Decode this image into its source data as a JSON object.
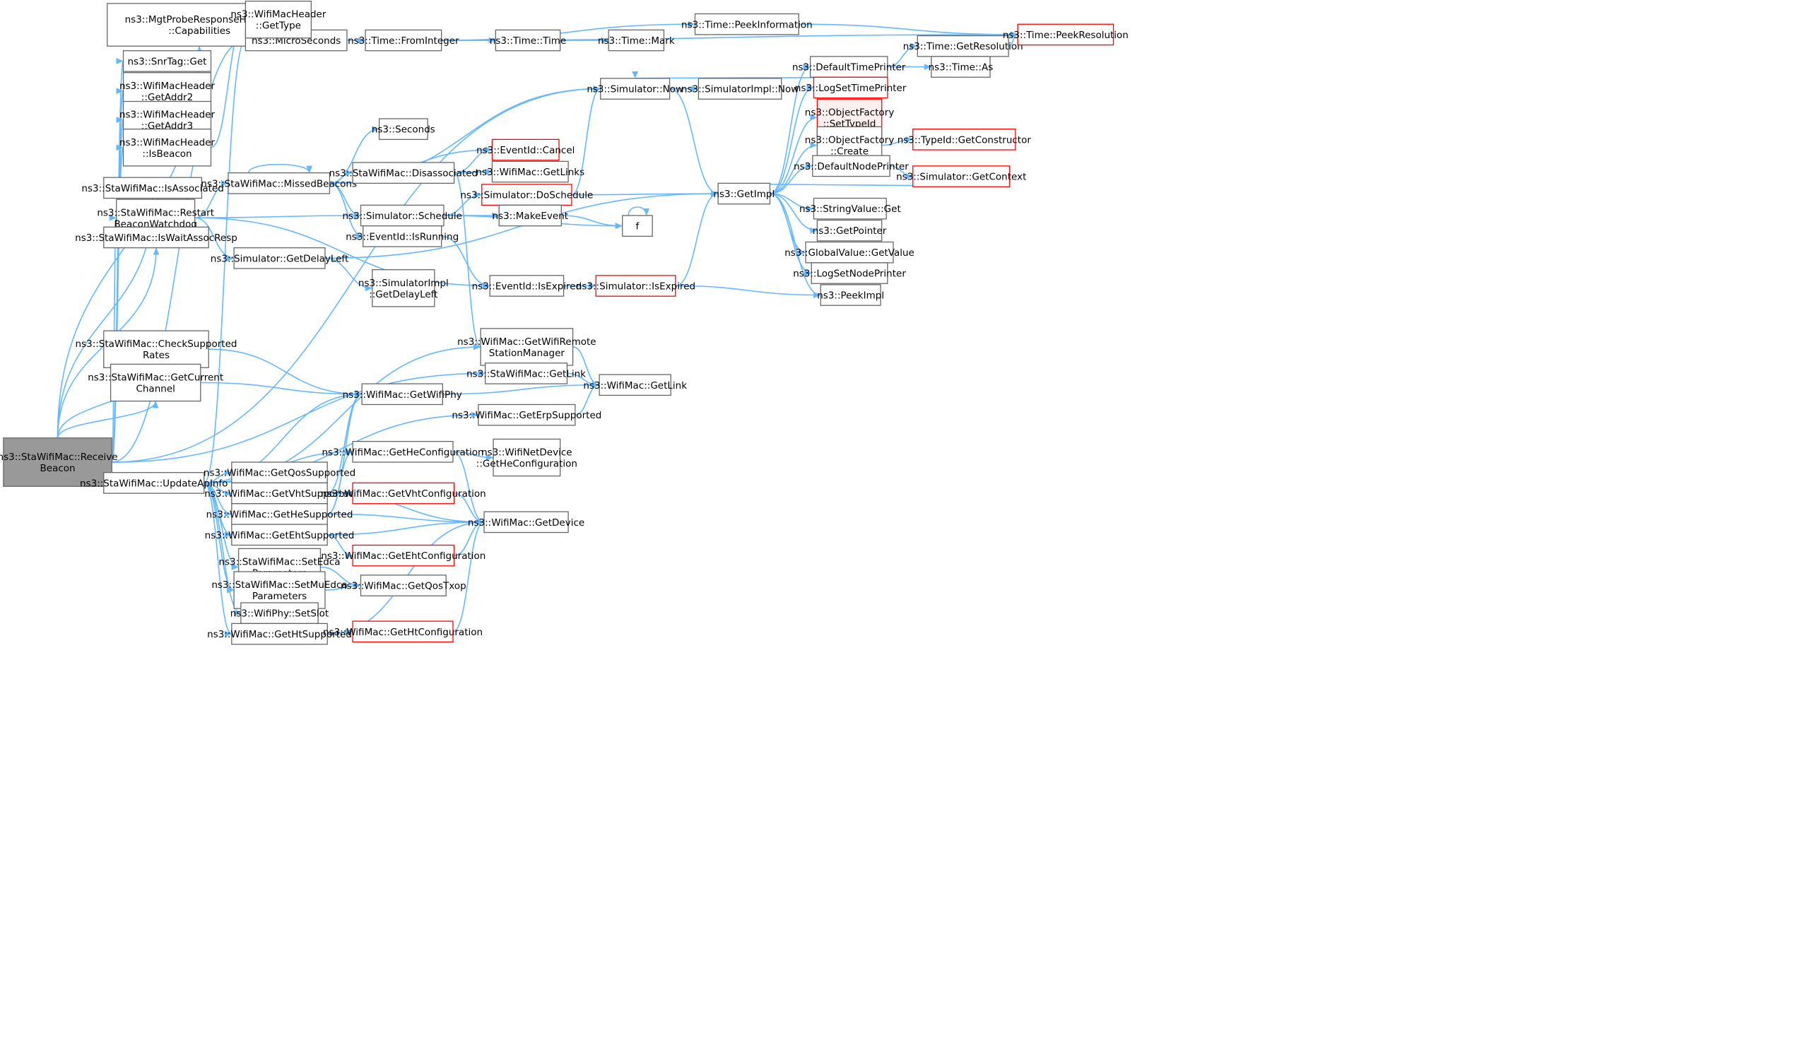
{
  "nodes": {
    "root": [
      "ns3::StaWifiMac::Receive",
      "Beacon"
    ],
    "capab": [
      "ns3::MgtProbeResponseHeader",
      "::Capabilities"
    ],
    "micro": [
      "ns3::MicroSeconds"
    ],
    "snrget": [
      "ns3::SnrTag::Get"
    ],
    "addr2": [
      "ns3::WifiMacHeader",
      "::GetAddr2"
    ],
    "addr3": [
      "ns3::WifiMacHeader",
      "::GetAddr3"
    ],
    "isbeacon": [
      "ns3::WifiMacHeader",
      "::IsBeacon"
    ],
    "isassoc": [
      "ns3::StaWifiMac::IsAssociated"
    ],
    "restart": [
      "ns3::StaWifiMac::Restart",
      "BeaconWatchdog"
    ],
    "iswait": [
      "ns3::StaWifiMac::IsWaitAssocResp"
    ],
    "checkrates": [
      "ns3::StaWifiMac::CheckSupported",
      "Rates"
    ],
    "getcurch": [
      "ns3::StaWifiMac::GetCurrent",
      "Channel"
    ],
    "updateap": [
      "ns3::StaWifiMac::UpdateApInfo"
    ],
    "gettype": [
      "ns3::WifiMacHeader",
      "::GetType"
    ],
    "missed": [
      "ns3::StaWifiMac::MissedBeacons"
    ],
    "getdelayleft": [
      "ns3::Simulator::GetDelayLeft"
    ],
    "getqossup": [
      "ns3::WifiMac::GetQosSupported"
    ],
    "getvhtsup": [
      "ns3::WifiMac::GetVhtSupported"
    ],
    "gethesup": [
      "ns3::WifiMac::GetHeSupported"
    ],
    "getehtsup": [
      "ns3::WifiMac::GetEhtSupported"
    ],
    "setedca": [
      "ns3::StaWifiMac::SetEdca",
      "Parameters"
    ],
    "setmuedca": [
      "ns3::StaWifiMac::SetMuEdca",
      "Parameters"
    ],
    "setslot": [
      "ns3::WifiPhy::SetSlot"
    ],
    "gethtsup": [
      "ns3::WifiMac::GetHtSupported"
    ],
    "frominteger": [
      "ns3::Time::FromInteger"
    ],
    "seconds": [
      "ns3::Seconds"
    ],
    "disassoc": [
      "ns3::StaWifiMac::Disassociated"
    ],
    "schedule": [
      "ns3::Simulator::Schedule"
    ],
    "isrunning": [
      "ns3::EventId::IsRunning"
    ],
    "implgetdelay": [
      "ns3::SimulatorImpl",
      "::GetDelayLeft"
    ],
    "getwifiphy": [
      "ns3::WifiMac::GetWifiPhy"
    ],
    "gethecfg": [
      "ns3::WifiMac::GetHeConfiguration"
    ],
    "getvhtcfg": [
      "ns3::WifiMac::GetVhtConfiguration"
    ],
    "getehtcfg": [
      "ns3::WifiMac::GetEhtConfiguration"
    ],
    "getqostxop": [
      "ns3::WifiMac::GetQosTxop"
    ],
    "gethtcfg": [
      "ns3::WifiMac::GetHtConfiguration"
    ],
    "peekinfo": [
      "ns3::Time::PeekInformation"
    ],
    "timetime": [
      "ns3::Time::Time"
    ],
    "cancel": [
      "ns3::EventId::Cancel"
    ],
    "getlinks": [
      "ns3::WifiMac::GetLinks"
    ],
    "doschedule": [
      "ns3::Simulator::DoSchedule"
    ],
    "makeevent": [
      "ns3::MakeEvent"
    ],
    "isexpired": [
      "ns3::EventId::IsExpired"
    ],
    "getremote": [
      "ns3::WifiMac::GetWifiRemote",
      "StationManager"
    ],
    "stagetlink": [
      "ns3::StaWifiMac::GetLink"
    ],
    "geterp": [
      "ns3::WifiMac::GetErpSupported"
    ],
    "getdevice": [
      "ns3::WifiMac::GetDevice"
    ],
    "netdevhecfg": [
      "ns3::WifiNetDevice",
      "::GetHeConfiguration"
    ],
    "mark": [
      "ns3::Time::Mark"
    ],
    "simnow": [
      "ns3::Simulator::Now"
    ],
    "f": [
      "f"
    ],
    "simisexp": [
      "ns3::Simulator::IsExpired"
    ],
    "macgetlink": [
      "ns3::WifiMac::GetLink"
    ],
    "implnow": [
      "ns3::SimulatorImpl::Now"
    ],
    "getimpl": [
      "ns3::GetImpl"
    ],
    "defprinter": [
      "ns3::DefaultTimePrinter"
    ],
    "getres": [
      "ns3::Time::GetResolution"
    ],
    "peekres": [
      "ns3::Time::PeekResolution"
    ],
    "timeas": [
      "ns3::Time::As"
    ],
    "logset": [
      "ns3::LogSetTimePrinter"
    ],
    "setTypeId": [
      "ns3::ObjectFactory",
      "::SetTypeId"
    ],
    "ofcreate": [
      "ns3::ObjectFactory",
      "::Create"
    ],
    "getctor": [
      "ns3::TypeId::GetConstructor"
    ],
    "defnode": [
      "ns3::DefaultNodePrinter"
    ],
    "getctx": [
      "ns3::Simulator::GetContext"
    ],
    "strget": [
      "ns3::StringValue::Get"
    ],
    "getptr": [
      "ns3::GetPointer"
    ],
    "gvget": [
      "ns3::GlobalValue::GetValue"
    ],
    "lognode": [
      "ns3::LogSetNodePrinter"
    ],
    "peekimpl": [
      "ns3::PeekImpl"
    ]
  },
  "colors": {
    "edge": "#63b8ff",
    "node_border": "#666666",
    "node_border_highlight": "#ff0000",
    "root_fill": "#999999",
    "highlight_fill": "#fff0f0"
  }
}
